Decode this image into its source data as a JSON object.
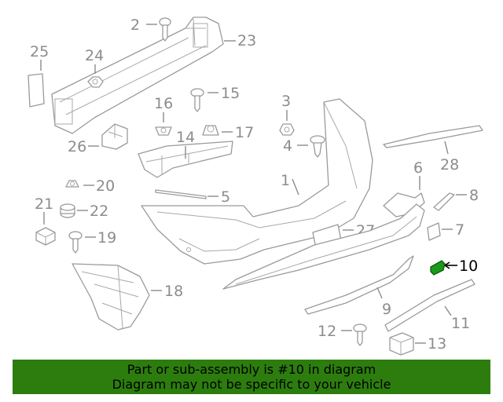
{
  "diagram": {
    "callouts": [
      {
        "id": "1",
        "label": "1"
      },
      {
        "id": "2",
        "label": "2"
      },
      {
        "id": "3",
        "label": "3"
      },
      {
        "id": "4",
        "label": "4"
      },
      {
        "id": "5",
        "label": "5"
      },
      {
        "id": "6",
        "label": "6"
      },
      {
        "id": "7",
        "label": "7"
      },
      {
        "id": "8",
        "label": "8"
      },
      {
        "id": "9",
        "label": "9"
      },
      {
        "id": "10",
        "label": "10"
      },
      {
        "id": "11",
        "label": "11"
      },
      {
        "id": "12",
        "label": "12"
      },
      {
        "id": "13",
        "label": "13"
      },
      {
        "id": "14",
        "label": "14"
      },
      {
        "id": "15",
        "label": "15"
      },
      {
        "id": "16",
        "label": "16"
      },
      {
        "id": "17",
        "label": "17"
      },
      {
        "id": "18",
        "label": "18"
      },
      {
        "id": "19",
        "label": "19"
      },
      {
        "id": "20",
        "label": "20"
      },
      {
        "id": "21",
        "label": "21"
      },
      {
        "id": "22",
        "label": "22"
      },
      {
        "id": "23",
        "label": "23"
      },
      {
        "id": "24",
        "label": "24"
      },
      {
        "id": "25",
        "label": "25"
      },
      {
        "id": "26",
        "label": "26"
      },
      {
        "id": "27",
        "label": "27"
      },
      {
        "id": "28",
        "label": "28"
      }
    ],
    "highlighted_part": "10",
    "highlight_color": "#1a9a1a"
  },
  "banner": {
    "line1": "Part or sub-assembly is #10 in diagram",
    "line2": "Diagram may not be specific to your vehicle",
    "background": "#2d7d0e"
  }
}
